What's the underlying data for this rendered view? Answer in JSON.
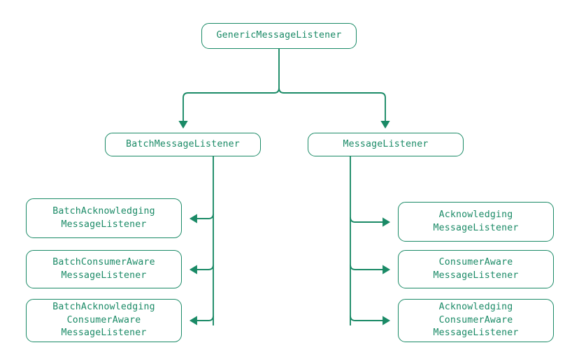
{
  "diagram": {
    "type": "class-hierarchy",
    "accent_color": "#1a8a66",
    "background_color": "#ffffff",
    "nodes": {
      "root": {
        "label": "GenericMessageListener"
      },
      "level2": [
        {
          "label": "BatchMessageListener"
        },
        {
          "label": "MessageListener"
        }
      ],
      "batch_children": [
        {
          "label": "BatchAcknowledging\nMessageListener"
        },
        {
          "label": "BatchConsumerAware\nMessageListener"
        },
        {
          "label": "BatchAcknowledging\nConsumerAware\nMessageListener"
        }
      ],
      "message_children": [
        {
          "label": "Acknowledging\nMessageListener"
        },
        {
          "label": "ConsumerAware\nMessageListener"
        },
        {
          "label": "Acknowledging\nConsumerAware\nMessageListener"
        }
      ]
    },
    "edges": [
      {
        "from": "GenericMessageListener",
        "to": "BatchMessageListener"
      },
      {
        "from": "GenericMessageListener",
        "to": "MessageListener"
      },
      {
        "from": "BatchMessageListener",
        "to": "BatchAcknowledgingMessageListener"
      },
      {
        "from": "BatchMessageListener",
        "to": "BatchConsumerAwareMessageListener"
      },
      {
        "from": "BatchMessageListener",
        "to": "BatchAcknowledgingConsumerAwareMessageListener"
      },
      {
        "from": "MessageListener",
        "to": "AcknowledgingMessageListener"
      },
      {
        "from": "MessageListener",
        "to": "ConsumerAwareMessageListener"
      },
      {
        "from": "MessageListener",
        "to": "AcknowledgingConsumerAwareMessageListener"
      }
    ]
  }
}
